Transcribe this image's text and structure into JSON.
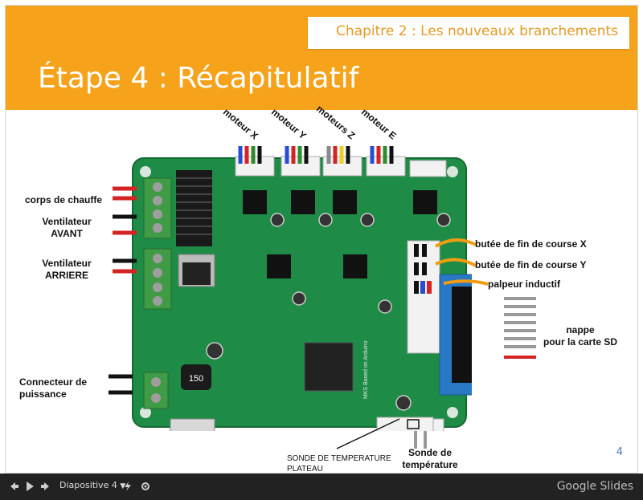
{
  "slide": {
    "chapter": "Chapitre 2 : Les nouveaux branchements",
    "title": "Étape 4 : Récapitulatif",
    "number": "4"
  },
  "motor_labels": [
    "moteur X",
    "moteur Y",
    "moteurs Z",
    "moteur E"
  ],
  "left_labels": {
    "heater": "corps de chauffe",
    "fan_front_1": "Ventilateur",
    "fan_front_2": "AVANT",
    "fan_back_1": "Ventilateur",
    "fan_back_2": "ARRIERE",
    "power_1": "Connecteur de",
    "power_2": "puissance"
  },
  "right_labels": {
    "endstop_x": "butée de fin de course X",
    "endstop_y": "butée de fin de course Y",
    "probe": "palpeur inductif",
    "ribbon_1": "nappe",
    "ribbon_2": "pour la carte SD"
  },
  "bottom_labels": {
    "bed_sensor_1": "SONDE DE TEMPERATURE",
    "bed_sensor_2": "PLATEAU",
    "temp_sensor_1": "Sonde de",
    "temp_sensor_2": "température"
  },
  "board": {
    "chip": "150",
    "silk": "MKS Based on Arduino"
  },
  "toolbar": {
    "slide_menu": "Diapositive 4",
    "brand_main": "Google",
    "brand_sub": "Slides"
  },
  "colors": {
    "header": "#f6a21a",
    "chapter_text": "#e39a24",
    "board_green": "#1e8c46",
    "arrow": "#f39c12",
    "toolbar": "#222222"
  }
}
